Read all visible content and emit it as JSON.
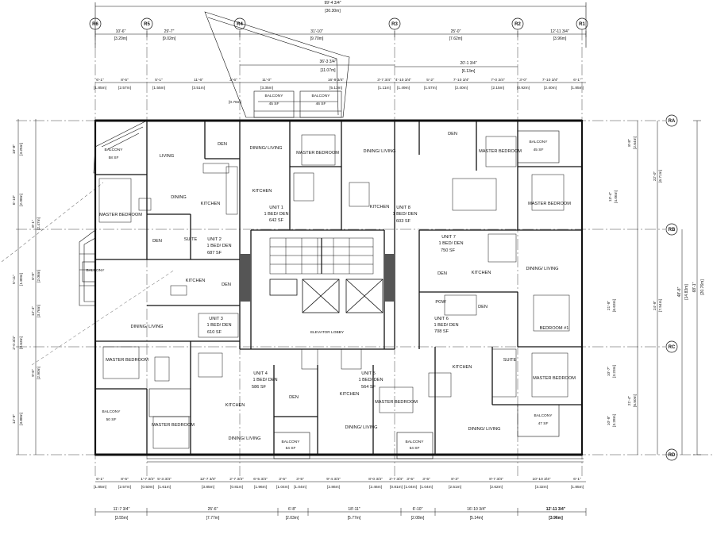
{
  "overall": {
    "top_ft": "99'-4 3/4\"",
    "top_m": "[30.30m]",
    "right_ft": "68'-1\"",
    "right_m": "[20.76m]",
    "right_mid_ft": "48'-8\"",
    "right_mid_m": "[14.83m]"
  },
  "grid_top": [
    "R6",
    "R5",
    "R4",
    "R3",
    "R2",
    "R1"
  ],
  "grid_right": [
    "RA",
    "RB",
    "RC",
    "RD"
  ],
  "dims_top1": [
    {
      "ft": "10'-6\"",
      "m": "[3.20m]"
    },
    {
      "ft": "29'-7\"",
      "m": "[9.02m]"
    },
    {
      "ft": "31'-10\"",
      "m": "[9.70m]"
    },
    {
      "ft": "25'-0\"",
      "m": "[7.62m]"
    },
    {
      "ft": "12'-11 3/4\"",
      "m": "[3.96m]"
    }
  ],
  "dims_top_mid": [
    {
      "ft": "36'-3 3/4\"",
      "m": "[11.07m]"
    },
    {
      "ft": "20'-1 3/4\"",
      "m": "[6.13m]"
    }
  ],
  "dims_top2": [
    {
      "ft": "6'-1\"",
      "m": "[1.85m]"
    },
    {
      "ft": "8'-5\"",
      "m": "[2.57m]"
    },
    {
      "ft": "5'-1\"",
      "m": "[1.55m]"
    },
    {
      "ft": "11'-6\"",
      "m": "[3.51m]"
    },
    {
      "ft": "2'-6\"",
      "m": "[0.76m]"
    },
    {
      "ft": "11'-0\"",
      "m": "[3.35m]"
    },
    {
      "ft": "16'-9 3/4\"",
      "m": "[5.13m]"
    },
    {
      "ft": "3'-7 3/4\"",
      "m": "[1.11m]"
    },
    {
      "ft": "4'-10 3/4\"",
      "m": "[1.49m]"
    },
    {
      "ft": "5'-2\"",
      "m": "[1.57m]"
    },
    {
      "ft": "7'-10 3/4\"",
      "m": "[2.40m]"
    },
    {
      "ft": "7'-0 3/4\"",
      "m": "[2.15m]"
    },
    {
      "ft": "3'-0\"",
      "m": "[0.92m]"
    },
    {
      "ft": "7'-10 3/4\"",
      "m": "[2.40m]"
    },
    {
      "ft": "6'-1\"",
      "m": "[1.85m]"
    }
  ],
  "dims_bottom1": [
    {
      "ft": "6'-1\"",
      "m": "[1.85m]"
    },
    {
      "ft": "8'-5\"",
      "m": "[2.57m]"
    },
    {
      "ft": "1'-7 3/4\"",
      "m": "[0.50m]"
    },
    {
      "ft": "5'-3 3/4\"",
      "m": "[1.61m]"
    },
    {
      "ft": "12'-7 3/4\"",
      "m": "[3.85m]"
    },
    {
      "ft": "2'-7 3/4\"",
      "m": "[0.81m]"
    },
    {
      "ft": "6'-5 3/4\"",
      "m": "[1.96m]"
    },
    {
      "ft": "3'-5\"",
      "m": "[1.04m]"
    },
    {
      "ft": "3'-5\"",
      "m": "[1.04m]"
    },
    {
      "ft": "9'-4 3/4\"",
      "m": "[2.86m]"
    },
    {
      "ft": "8'-0 3/4\"",
      "m": "[2.46m]"
    },
    {
      "ft": "2'-7 3/4\"",
      "m": "[0.81m]"
    },
    {
      "ft": "3'-5\"",
      "m": "[1.04m]"
    },
    {
      "ft": "3'-5\"",
      "m": "[1.04m]"
    },
    {
      "ft": "8'-3\"",
      "m": "[2.51m]"
    },
    {
      "ft": "8'-7 3/4\"",
      "m": "[2.62m]"
    },
    {
      "ft": "10'-10 3/4\"",
      "m": "[3.32m]"
    },
    {
      "ft": "6'-1\"",
      "m": "[1.85m]"
    }
  ],
  "dims_bottom2": [
    {
      "ft": "11'-7 3/4\"",
      "m": "[3.55m]"
    },
    {
      "ft": "25'-6\"",
      "m": "[7.77m]"
    },
    {
      "ft": "6'-8\"",
      "m": "[2.03m]"
    },
    {
      "ft": "18'-11\"",
      "m": "[5.77m]"
    },
    {
      "ft": "6'-10\"",
      "m": "[2.08m]"
    },
    {
      "ft": "16'-10 3/4\"",
      "m": "[5.14m]"
    },
    {
      "ft": "12'-11 3/4\"",
      "m": "[3.96m]"
    }
  ],
  "dims_left": [
    {
      "ft": "10'-8\"",
      "m": "[3.25m]"
    },
    {
      "ft": "6'-10\"",
      "m": "[2.08m]"
    },
    {
      "ft": "5'-11\"",
      "m": "[1.80m]"
    },
    {
      "ft": "8'-1\"",
      "m": "[2.47m]"
    },
    {
      "ft": "6'-9\"",
      "m": "[2.06m]"
    },
    {
      "ft": "12'-4\"",
      "m": "[3.76m]"
    },
    {
      "ft": "2'-0 3/4\"",
      "m": "[0.63m]"
    },
    {
      "ft": "9'-6\"",
      "m": "[2.90m]"
    },
    {
      "ft": "12'-9\"",
      "m": "[3.88m]"
    }
  ],
  "dims_right": [
    {
      "ft": "8'-8\"",
      "m": "[2.64m]"
    },
    {
      "ft": "22'-0\"",
      "m": "[6.71m]"
    },
    {
      "ft": "13'-4\"",
      "m": "[4.06m]"
    },
    {
      "ft": "24'-9\"",
      "m": "[7.54m]"
    },
    {
      "ft": "21'-9\"",
      "m": "[6.63m]"
    },
    {
      "ft": "10'-7\"",
      "m": "[3.23m]"
    },
    {
      "ft": "21'-4\"",
      "m": "[6.50m]"
    },
    {
      "ft": "10'-9\"",
      "m": "[3.28m]"
    }
  ],
  "rooms": {
    "living": "LIVING",
    "dining": "DINING",
    "kitchen": "KITCHEN",
    "den": "DEN",
    "master_bedroom": "MASTER BEDROOM",
    "dining_living": "DINING/ LIVING",
    "bedroom1": "BEDROOM #1",
    "balcony": "BALCONY",
    "suite": "SUITE",
    "pow": "POW",
    "elevator_lobby": "ELEVATOR LOBBY"
  },
  "units": [
    {
      "name": "UNIT 1",
      "type": "1 BED/ DEN",
      "area": "642 SF"
    },
    {
      "name": "UNIT 2",
      "type": "1 BED/ DEN",
      "area": "687 SF"
    },
    {
      "name": "UNIT 3",
      "type": "1 BED/ DEN",
      "area": "610 SF"
    },
    {
      "name": "UNIT 4",
      "type": "1 BED/ DEN",
      "area": "586 SF"
    },
    {
      "name": "UNIT 5",
      "type": "1 BED/ DEN",
      "area": "564 SF"
    },
    {
      "name": "UNIT 6",
      "type": "1 BED/ DEN",
      "area": "708 SF"
    },
    {
      "name": "UNIT 7",
      "type": "1 BED/ DEN",
      "area": "750 SF"
    },
    {
      "name": "UNIT 8",
      "type": "1 BED/ DEN",
      "area": "603 SF"
    }
  ],
  "balconies": {
    "b1": "45 SF",
    "b2": "46 SF",
    "b3": "45 SF",
    "b4": "58 SF",
    "b5": "50 SF",
    "b6": "54 SF",
    "b7": "54 SF",
    "b8": "47 SF"
  }
}
